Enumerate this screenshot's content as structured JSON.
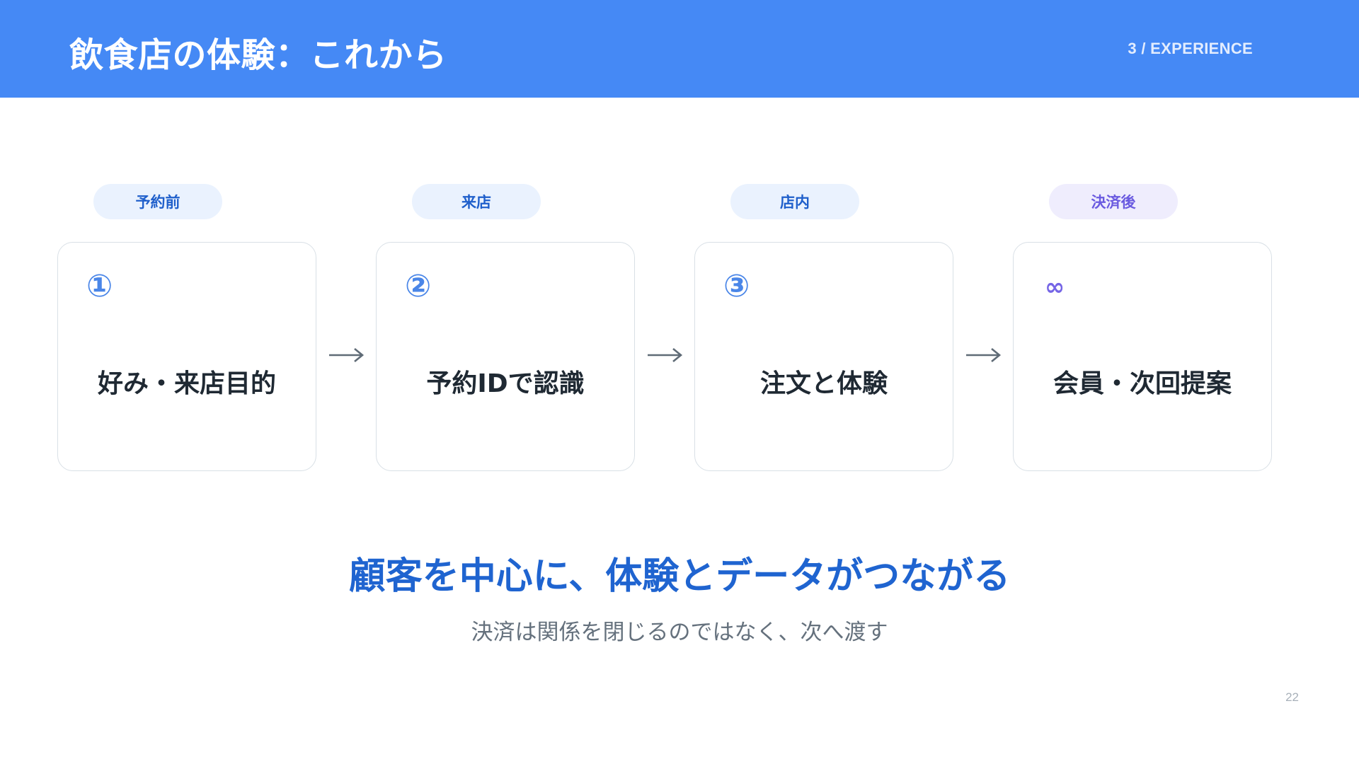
{
  "header": {
    "title": "飲食店の体験：これから",
    "section": "3 / EXPERIENCE"
  },
  "flow": {
    "steps": [
      {
        "stage": "予約前",
        "number": "①",
        "label": "好み・来店目的"
      },
      {
        "stage": "来店",
        "number": "②",
        "label": "予約IDで認識"
      },
      {
        "stage": "店内",
        "number": "③",
        "label": "注文と体験"
      },
      {
        "stage": "決済後",
        "number": "∞",
        "label": "会員・次回提案"
      }
    ],
    "arrow_icon": "arrow-right-icon"
  },
  "message": {
    "headline": "顧客を中心に、体験とデータがつながる",
    "subline": "決済は関係を閉じるのではなく、次へ渡す"
  },
  "footer": {
    "page_number": "22"
  },
  "colors": {
    "header_bg": "#4589F5",
    "accent_blue": "#1F64D0",
    "step_number_blue": "#4A86E8",
    "accent_violet": "#6A5AE0",
    "pill_blue_bg": "#EAF2FE",
    "pill_violet_bg": "#EFEDFD"
  }
}
